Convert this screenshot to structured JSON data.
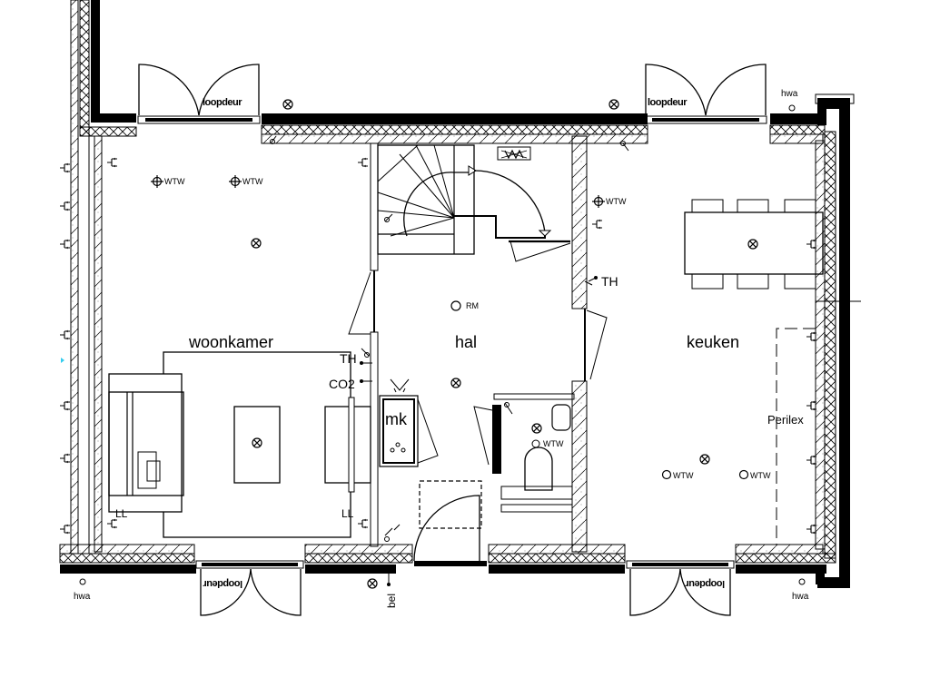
{
  "rooms": {
    "woonkamer": "woonkamer",
    "hal": "hal",
    "keuken": "keuken",
    "meterkast": "mk"
  },
  "doors": {
    "top_left": "loopdeur",
    "top_right": "loopdeur",
    "bottom_left": "loopdeur",
    "bottom_right": "loopdeur"
  },
  "drainpipes": {
    "top_right": "hwa",
    "bottom_left": "hwa",
    "bottom_right": "hwa"
  },
  "fixtures": {
    "wtw_label": "WTW",
    "smoke_detector": "RM",
    "thermostat_woonkamer": "TH",
    "thermostat_keuken": "TH",
    "co2_sensor": "CO2",
    "perilex": "Perilex",
    "ll_left": "LL",
    "ll_right": "LL",
    "doorbell": "bel"
  },
  "colors": {
    "line": "#000000",
    "background": "#ffffff",
    "marker": "#33ccee"
  }
}
